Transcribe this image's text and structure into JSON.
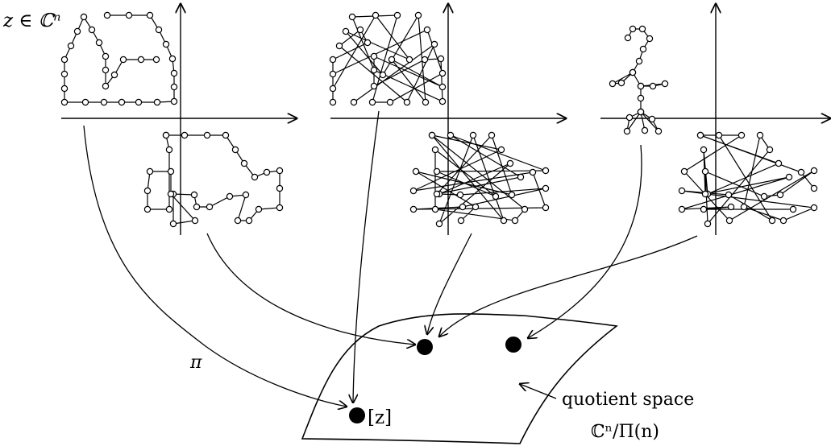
{
  "labels": {
    "z_in_cn": "z ∈ ℂⁿ",
    "pi": "π",
    "z_class": "[z]",
    "quotient_space": "quotient space",
    "quotient_formula": "ℂⁿ/Π(n)"
  },
  "colors": {
    "ink": "#000000",
    "background": "#ffffff"
  }
}
